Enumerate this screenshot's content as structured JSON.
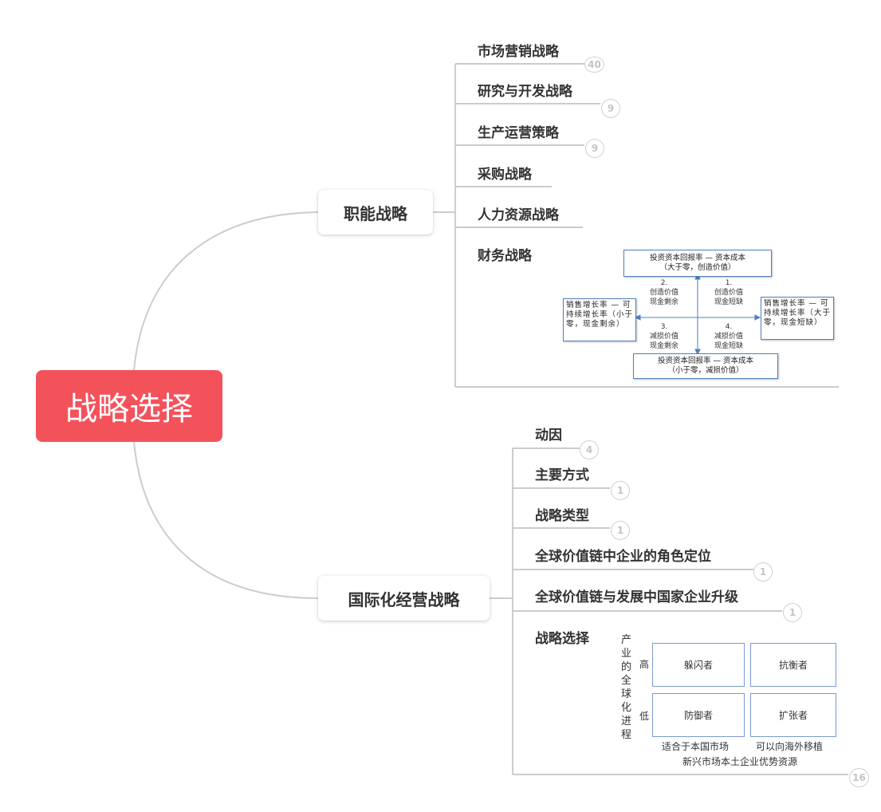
{
  "root": {
    "title": "战略选择"
  },
  "functional": {
    "title": "职能战略",
    "items": [
      {
        "label": "市场营销战略",
        "count": "40"
      },
      {
        "label": "研究与开发战略",
        "count": "9"
      },
      {
        "label": "生产运营策略",
        "count": "9"
      },
      {
        "label": "采购战略"
      },
      {
        "label": "人力资源战略"
      },
      {
        "label": "财务战略"
      }
    ],
    "finance_diagram": {
      "top_box": [
        "投资资本回报率 — 资本成本",
        "（大于零，创造价值）"
      ],
      "bottom_box": [
        "投资资本回报率 — 资本成本",
        "（小于零，减损价值）"
      ],
      "left_box": "销售增长率 — 可持续增长率（小于零，现金剩余）",
      "right_box": "销售增长率 — 可持续增长率（大于零，现金短缺）",
      "q2": [
        "2.",
        "创造价值",
        "现金剩余"
      ],
      "q1": [
        "1.",
        "创造价值",
        "现金短缺"
      ],
      "q3": [
        "3.",
        "减损价值",
        "现金剩余"
      ],
      "q4": [
        "4.",
        "减损价值",
        "现金短缺"
      ]
    }
  },
  "international": {
    "title": "国际化经营战略",
    "items": [
      {
        "label": "动因",
        "count": "4"
      },
      {
        "label": "主要方式",
        "count": "1"
      },
      {
        "label": "战略类型",
        "count": "1"
      },
      {
        "label": "全球价值链中企业的角色定位",
        "count": "1"
      },
      {
        "label": "全球价值链与发展中国家企业升级",
        "count": "1"
      },
      {
        "label": "战略选择"
      }
    ],
    "total_count": "16",
    "strategy_diagram": {
      "y_axis": "产业的全球化进程",
      "high": "高",
      "low": "低",
      "cells": [
        "躲闪者",
        "抗衡者",
        "防御者",
        "扩张者"
      ],
      "x_left": "适合于本国市场",
      "x_right": "可以向海外移植",
      "x_axis": "新兴市场本土企业优势资源"
    }
  }
}
